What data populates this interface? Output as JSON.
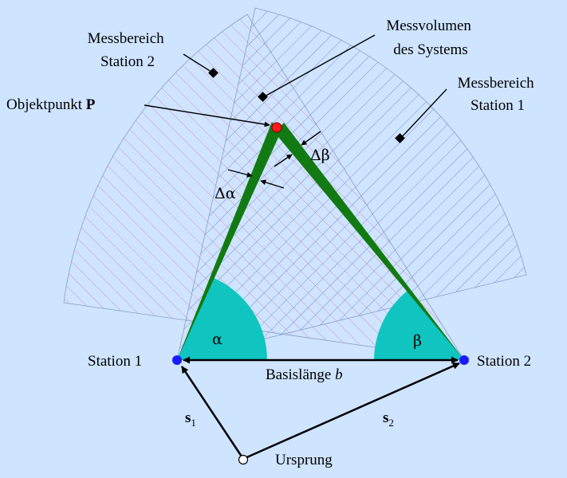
{
  "labels": {
    "messbereich_station2": [
      "Messbereich",
      "Station 2"
    ],
    "messvolumen": [
      "Messvolumen",
      "des Systems"
    ],
    "messbereich_station1": [
      "Messbereich",
      "Station 1"
    ],
    "objektpunkt": "Objektpunkt",
    "objektpunkt_symbol": "P",
    "station1": "Station 1",
    "station2": "Station 2",
    "basislaenge": "Basislänge",
    "basislaenge_symbol": "b",
    "ursprung": "Ursprung",
    "s1": "s",
    "s1_sub": "1",
    "s2": "s",
    "s2_sub": "2",
    "alpha": "α",
    "beta": "β",
    "delta_alpha": "Δα",
    "delta_beta": "Δβ"
  },
  "colors": {
    "background": "#cfe4ff",
    "hatch_station1": "#6f7fd8",
    "hatch_station2": "#d98aa6",
    "region_edge": "#8a9cc8",
    "angle_fill": "#10c4c0",
    "ray_fill": "#127a12",
    "station_dot": "#1a1aff",
    "object_dot": "#ff1a1a",
    "origin_dot": "#ffffff"
  }
}
